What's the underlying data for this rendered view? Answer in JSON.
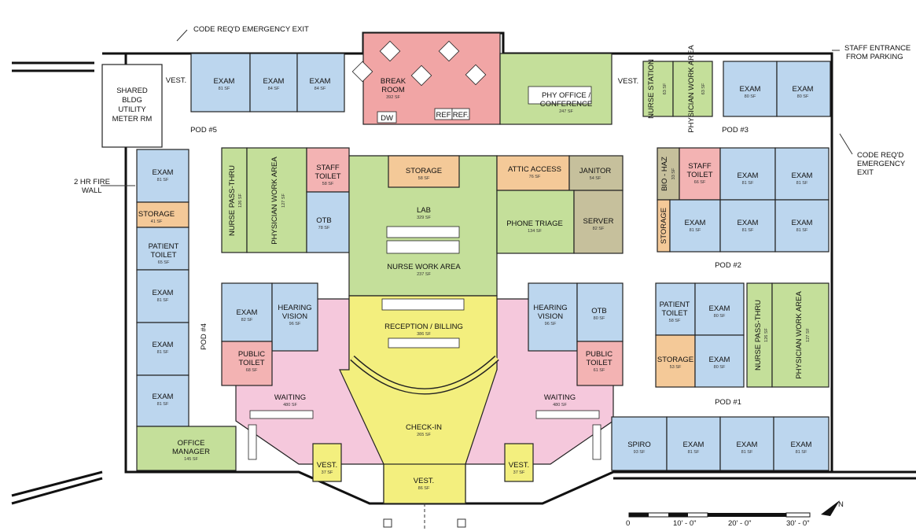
{
  "colors": {
    "exam": "#bcd6ee",
    "work": "#c4df9a",
    "toilet": "#f3b3b3",
    "storage": "#f4c998",
    "waiting": "#f5c8dc",
    "reception": "#f3ef7e",
    "server": "#c6c09c",
    "break": "#f1a5a5",
    "corridor": "#ffffff"
  },
  "rooms": {
    "exam_n1": {
      "name": "EXAM",
      "sf": "81 SF"
    },
    "exam_n2": {
      "name": "EXAM",
      "sf": "84 SF"
    },
    "exam_n3": {
      "name": "EXAM",
      "sf": "84 SF"
    },
    "break_room": {
      "name1": "BREAK",
      "name2": "ROOM",
      "sf": "392 SF"
    },
    "phy_office": {
      "name1": "PHY OFFICE /",
      "name2": "CONFERENCE",
      "sf": "247 SF"
    },
    "nurse_station": {
      "name": "NURSE STATION",
      "sf": "63 SF"
    },
    "physician_work_ne": {
      "name": "PHYSICIAN WORK AREA",
      "sf": "63 SF"
    },
    "exam_ne1": {
      "name": "EXAM",
      "sf": "80 SF"
    },
    "exam_ne2": {
      "name": "EXAM",
      "sf": "80 SF"
    },
    "exam_w1": {
      "name": "EXAM",
      "sf": "81 SF"
    },
    "storage_w": {
      "name": "STORAGE",
      "sf": "41 SF"
    },
    "patient_toilet_w": {
      "name1": "PATIENT",
      "name2": "TOILET",
      "sf": "65 SF"
    },
    "exam_w2": {
      "name": "EXAM",
      "sf": "81 SF"
    },
    "exam_w3": {
      "name": "EXAM",
      "sf": "81 SF"
    },
    "exam_w4": {
      "name": "EXAM",
      "sf": "81 SF"
    },
    "office_manager": {
      "name1": "OFFICE",
      "name2": "MANAGER",
      "sf": "145 SF"
    },
    "nurse_pass_nw": {
      "name": "NURSE PASS-THRU",
      "sf": "126 SF"
    },
    "physician_work_nw": {
      "name": "PHYSICIAN WORK AREA",
      "sf": "127 SF"
    },
    "staff_toilet_nw": {
      "name1": "STAFF",
      "name2": "TOILET",
      "sf": "58 SF"
    },
    "otb_nw": {
      "name": "OTB",
      "sf": "78 SF"
    },
    "storage_c": {
      "name": "STORAGE",
      "sf": "58 SF"
    },
    "lab": {
      "name": "LAB",
      "sf": "329 SF"
    },
    "attic_access": {
      "name": "ATTIC ACCESS",
      "sf": "76 SF"
    },
    "janitor": {
      "name": "JANITOR",
      "sf": "54 SF"
    },
    "phone_triage": {
      "name": "PHONE TRIAGE",
      "sf": "134 SF"
    },
    "server": {
      "name": "SERVER",
      "sf": "82 SF"
    },
    "nurse_work": {
      "name": "NURSE WORK AREA",
      "sf": "237 SF"
    },
    "bio_haz": {
      "name": "BIO - HAZ",
      "sf": "33 SF"
    },
    "staff_toilet_e": {
      "name1": "STAFF",
      "name2": "TOILET",
      "sf": "66 SF"
    },
    "exam_e1": {
      "name": "EXAM",
      "sf": "81 SF"
    },
    "exam_e2": {
      "name": "EXAM",
      "sf": "81 SF"
    },
    "storage_e": {
      "name": "STORAGE",
      "sf": ""
    },
    "exam_e3": {
      "name": "EXAM",
      "sf": "81 SF"
    },
    "exam_e4": {
      "name": "EXAM",
      "sf": "81 SF"
    },
    "exam_e5": {
      "name": "EXAM",
      "sf": "81 SF"
    },
    "exam_cw": {
      "name": "EXAM",
      "sf": "82 SF"
    },
    "hearing_w": {
      "name1": "HEARING",
      "name2": "VISION",
      "sf": "96 SF"
    },
    "public_toilet_w": {
      "name1": "PUBLIC",
      "name2": "TOILET",
      "sf": "68 SF"
    },
    "reception": {
      "name": "RECEPTION / BILLING",
      "sf": "386 SF"
    },
    "hearing_e": {
      "name1": "HEARING",
      "name2": "VISION",
      "sf": "96 SF"
    },
    "otb_e": {
      "name": "OTB",
      "sf": "80 SF"
    },
    "public_toilet_e": {
      "name1": "PUBLIC",
      "name2": "TOILET",
      "sf": "61 SF"
    },
    "patient_toilet_e": {
      "name1": "PATIENT",
      "name2": "TOILET",
      "sf": "58 SF"
    },
    "exam_se1": {
      "name": "EXAM",
      "sf": "80 SF"
    },
    "storage_se": {
      "name": "STORAGE",
      "sf": "53 SF"
    },
    "exam_se2": {
      "name": "EXAM",
      "sf": "80 SF"
    },
    "nurse_pass_e": {
      "name": "NURSE PASS-THRU",
      "sf": "126 SF"
    },
    "physician_work_e": {
      "name": "PHYSICIAN WORK AREA",
      "sf": "127 SF"
    },
    "waiting_w": {
      "name": "WAITING",
      "sf": "480 SF"
    },
    "waiting_e": {
      "name": "WAITING",
      "sf": "480 SF"
    },
    "check_in": {
      "name": "CHECK-IN",
      "sf": "265 SF"
    },
    "vest_sw": {
      "name": "VEST.",
      "sf": "37 SF"
    },
    "vest_s": {
      "name": "VEST.",
      "sf": "86 SF"
    },
    "vest_se": {
      "name": "VEST.",
      "sf": "37 SF"
    },
    "spiro": {
      "name": "SPIRO",
      "sf": "93 SF"
    },
    "exam_s1": {
      "name": "EXAM",
      "sf": "81 SF"
    },
    "exam_s2": {
      "name": "EXAM",
      "sf": "81 SF"
    },
    "exam_s3": {
      "name": "EXAM",
      "sf": "81 SF"
    }
  },
  "labels": {
    "code_exit_top": "CODE REQ'D EMERGENCY EXIT",
    "staff_entrance_1": "STAFF ENTRANCE",
    "staff_entrance_2": "FROM PARKING",
    "code_exit_right_1": "CODE REQ'D",
    "code_exit_right_2": "EMERGENCY",
    "code_exit_right_3": "EXIT",
    "fire_wall_1": "2 HR FIRE",
    "fire_wall_2": "WALL",
    "shared_1": "SHARED",
    "shared_2": "BLDG",
    "shared_3": "UTILITY",
    "shared_4": "METER RM",
    "vest_nw": "VEST.",
    "vest_ne": "VEST.",
    "pod1": "POD #1",
    "pod2": "POD #2",
    "pod3": "POD #3",
    "pod4": "POD #4",
    "pod5": "POD #5",
    "dw": "DW",
    "ref1": "REF",
    "ref2": "REF."
  },
  "scale": {
    "t0": "0",
    "t1": "10' - 0\"",
    "t2": "20' - 0\"",
    "t3": "30' - 0\""
  },
  "north": "N"
}
